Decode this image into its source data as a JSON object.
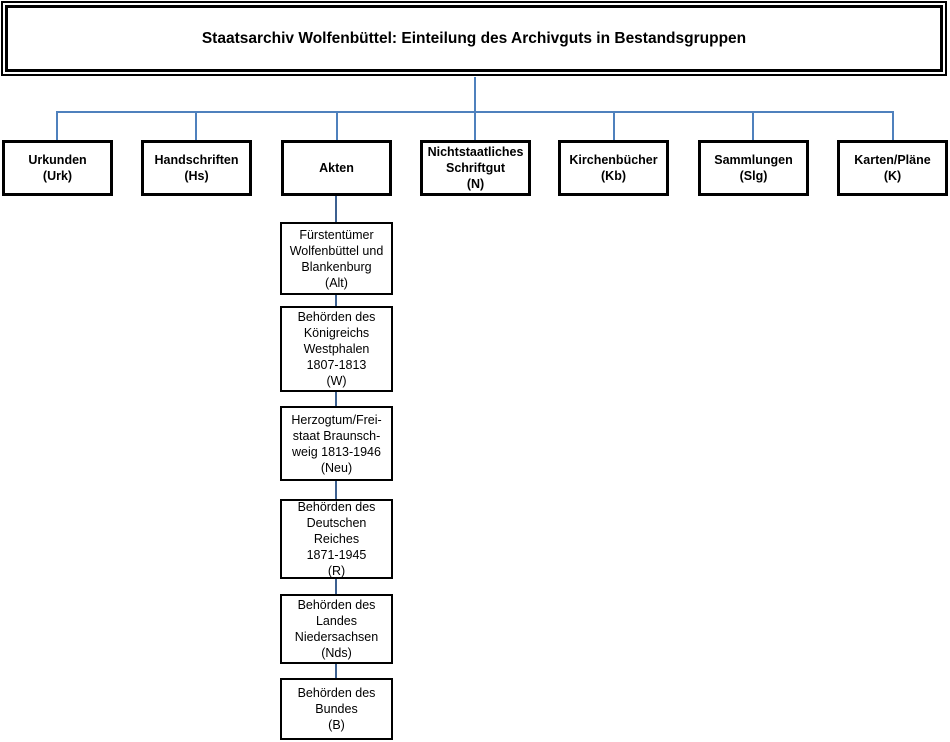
{
  "title": "Staatsarchiv Wolfenbüttel: Einteilung des Archivguts in Bestandsgruppen",
  "colors": {
    "connector_blue": "#4f81bd",
    "connector_dark": "#3c6090",
    "box_border": "#000000",
    "background": "#ffffff",
    "text": "#000000"
  },
  "top_row": [
    {
      "id": "urkunden",
      "text": "Urkunden\n(Urk)"
    },
    {
      "id": "handschriften",
      "text": "Handschriften\n(Hs)"
    },
    {
      "id": "akten",
      "text": "Akten"
    },
    {
      "id": "nichtstaatliches-schriftgut",
      "text": "Nichtstaatliches\nSchriftgut\n(N)"
    },
    {
      "id": "kirchenbuecher",
      "text": "Kirchenbücher\n(Kb)"
    },
    {
      "id": "sammlungen",
      "text": "Sammlungen\n(Slg)"
    },
    {
      "id": "karten-plaene",
      "text": "Karten/Pläne\n(K)"
    }
  ],
  "akten_chain": [
    {
      "id": "alt",
      "text": "Fürstentümer\nWolfenbüttel und\nBlankenburg\n(Alt)"
    },
    {
      "id": "w",
      "text": "Behörden des\nKönigreichs\nWestphalen\n1807-1813\n(W)"
    },
    {
      "id": "neu",
      "text": "Herzogtum/Frei-\nstaat Braunsch-\nweig 1813-1946\n(Neu)"
    },
    {
      "id": "r",
      "text": "Behörden des\nDeutschen\nReiches\n1871-1945\n(R)"
    },
    {
      "id": "nds",
      "text": "Behörden des\nLandes\nNiedersachsen\n(Nds)"
    },
    {
      "id": "b",
      "text": "Behörden des\nBundes\n(B)"
    }
  ]
}
